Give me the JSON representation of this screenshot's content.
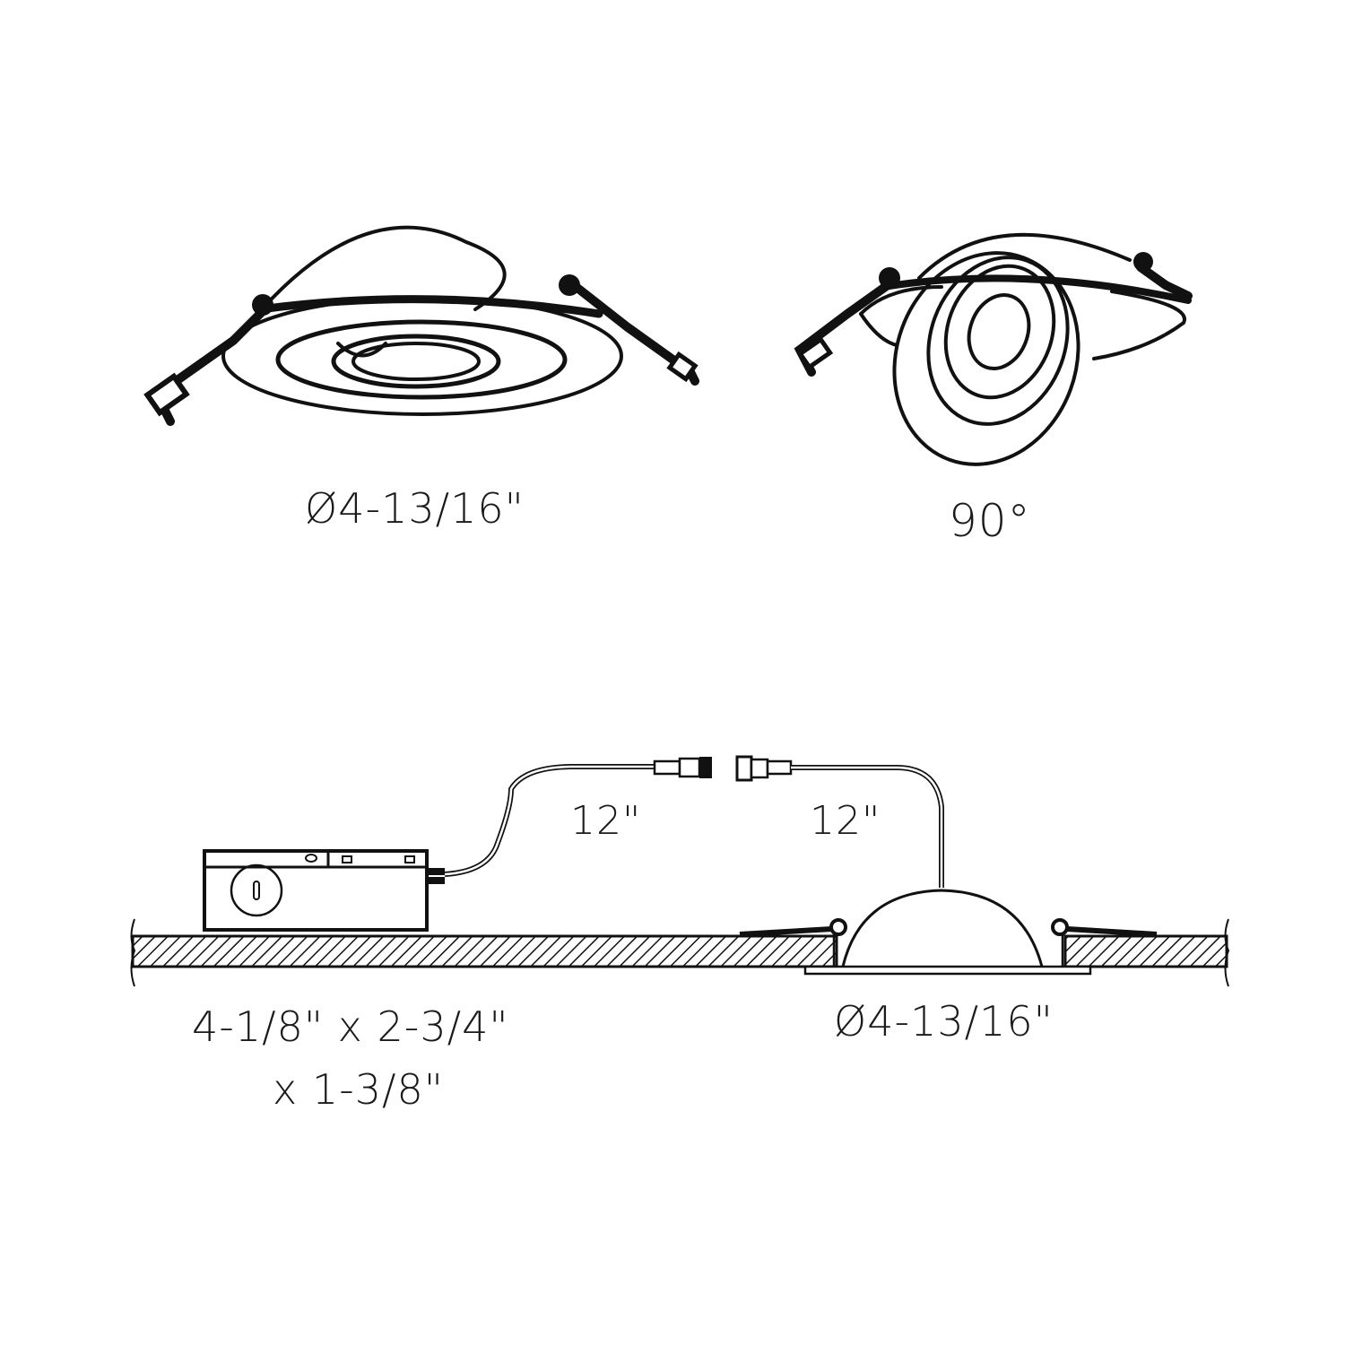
{
  "diagram": {
    "type": "product-dimension-drawing",
    "subject": "recessed gimbal downlight with remote junction box",
    "views": [
      {
        "id": "front-view",
        "label": "Ø4-13/16\""
      },
      {
        "id": "tilted-view",
        "label": "90°"
      },
      {
        "id": "installed-side-view",
        "label": "Ø4-13/16\""
      }
    ],
    "wires": [
      {
        "id": "driver-lead",
        "label": "12\""
      },
      {
        "id": "fixture-lead",
        "label": "12\""
      }
    ],
    "junction_box": {
      "label_line1": "4-1/8\" x 2-3/4\"",
      "label_line2": "x 1-3/8\""
    },
    "colors": {
      "line": "#111111",
      "background": "#ffffff"
    }
  }
}
